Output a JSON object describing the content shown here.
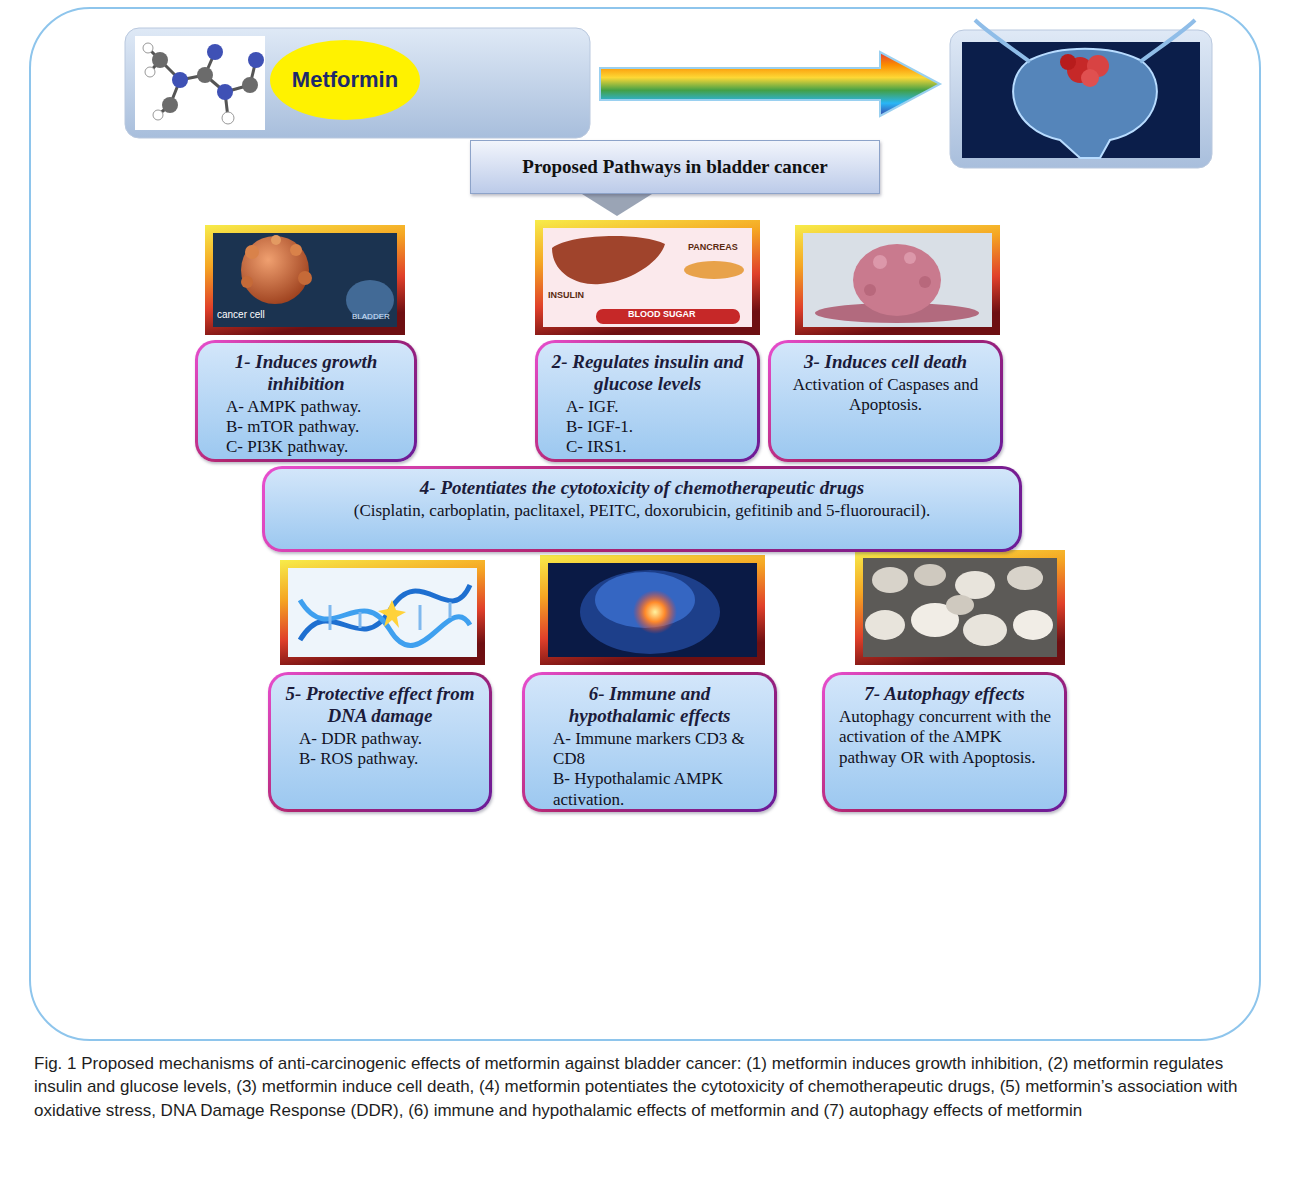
{
  "diagram": {
    "caption": "Fig. 1 Proposed mechanisms of anti-carcinogenic effects of metformin against bladder cancer: (1) metformin induces growth inhibition, (2) metformin regulates insulin and glucose levels, (3) metformin induce cell death, (4) metformin potentiates the cytotoxicity of chemotherapeutic drugs, (5) metformin’s association with oxidative stress, DNA Damage Response (DDR), (6) immune and hypothalamic effects of metformin and (7) autophagy effects of metformin",
    "nodes": [
      {
        "text": [
          "Metformin"
        ]
      },
      {
        "text": [
          "Proposed Pathways in bladder cancer"
        ]
      },
      {
        "text": [
          "1- Induces growth inhibition",
          "A- AMPK pathway.",
          "B- mTOR pathway.",
          "C- PI3K pathway."
        ]
      },
      {
        "text": [
          "2- Regulates insulin and glucose levels",
          "A- IGF.",
          "B- IGF-1.",
          "C- IRS1."
        ]
      },
      {
        "text": [
          "3- Induces cell death",
          "Activation of Caspases and Apoptosis."
        ]
      },
      {
        "text": [
          "4- Potentiates the cytotoxicity of chemotherapeutic drugs",
          "(Cisplatin, carboplatin, paclitaxel, PEITC, doxorubicin, gefitinib and 5-fluorouracil)."
        ]
      },
      {
        "text": [
          "5- Protective effect from DNA damage",
          "A- DDR pathway.",
          "B- ROS pathway."
        ]
      },
      {
        "text": [
          "6- Immune and hypothalamic effects",
          "A- Immune markers CD3 & CD8",
          "B- Hypothalamic AMPK activation."
        ]
      },
      {
        "text": [
          "7- Autophagy effects",
          "Autophagy concurrent with the activation of the AMPK pathway OR with Apoptosis."
        ]
      }
    ],
    "labels": [
      "cancer cell",
      "BLADDER",
      "PANCREAS",
      "INSULIN",
      "BLOOD SUGAR"
    ]
  }
}
